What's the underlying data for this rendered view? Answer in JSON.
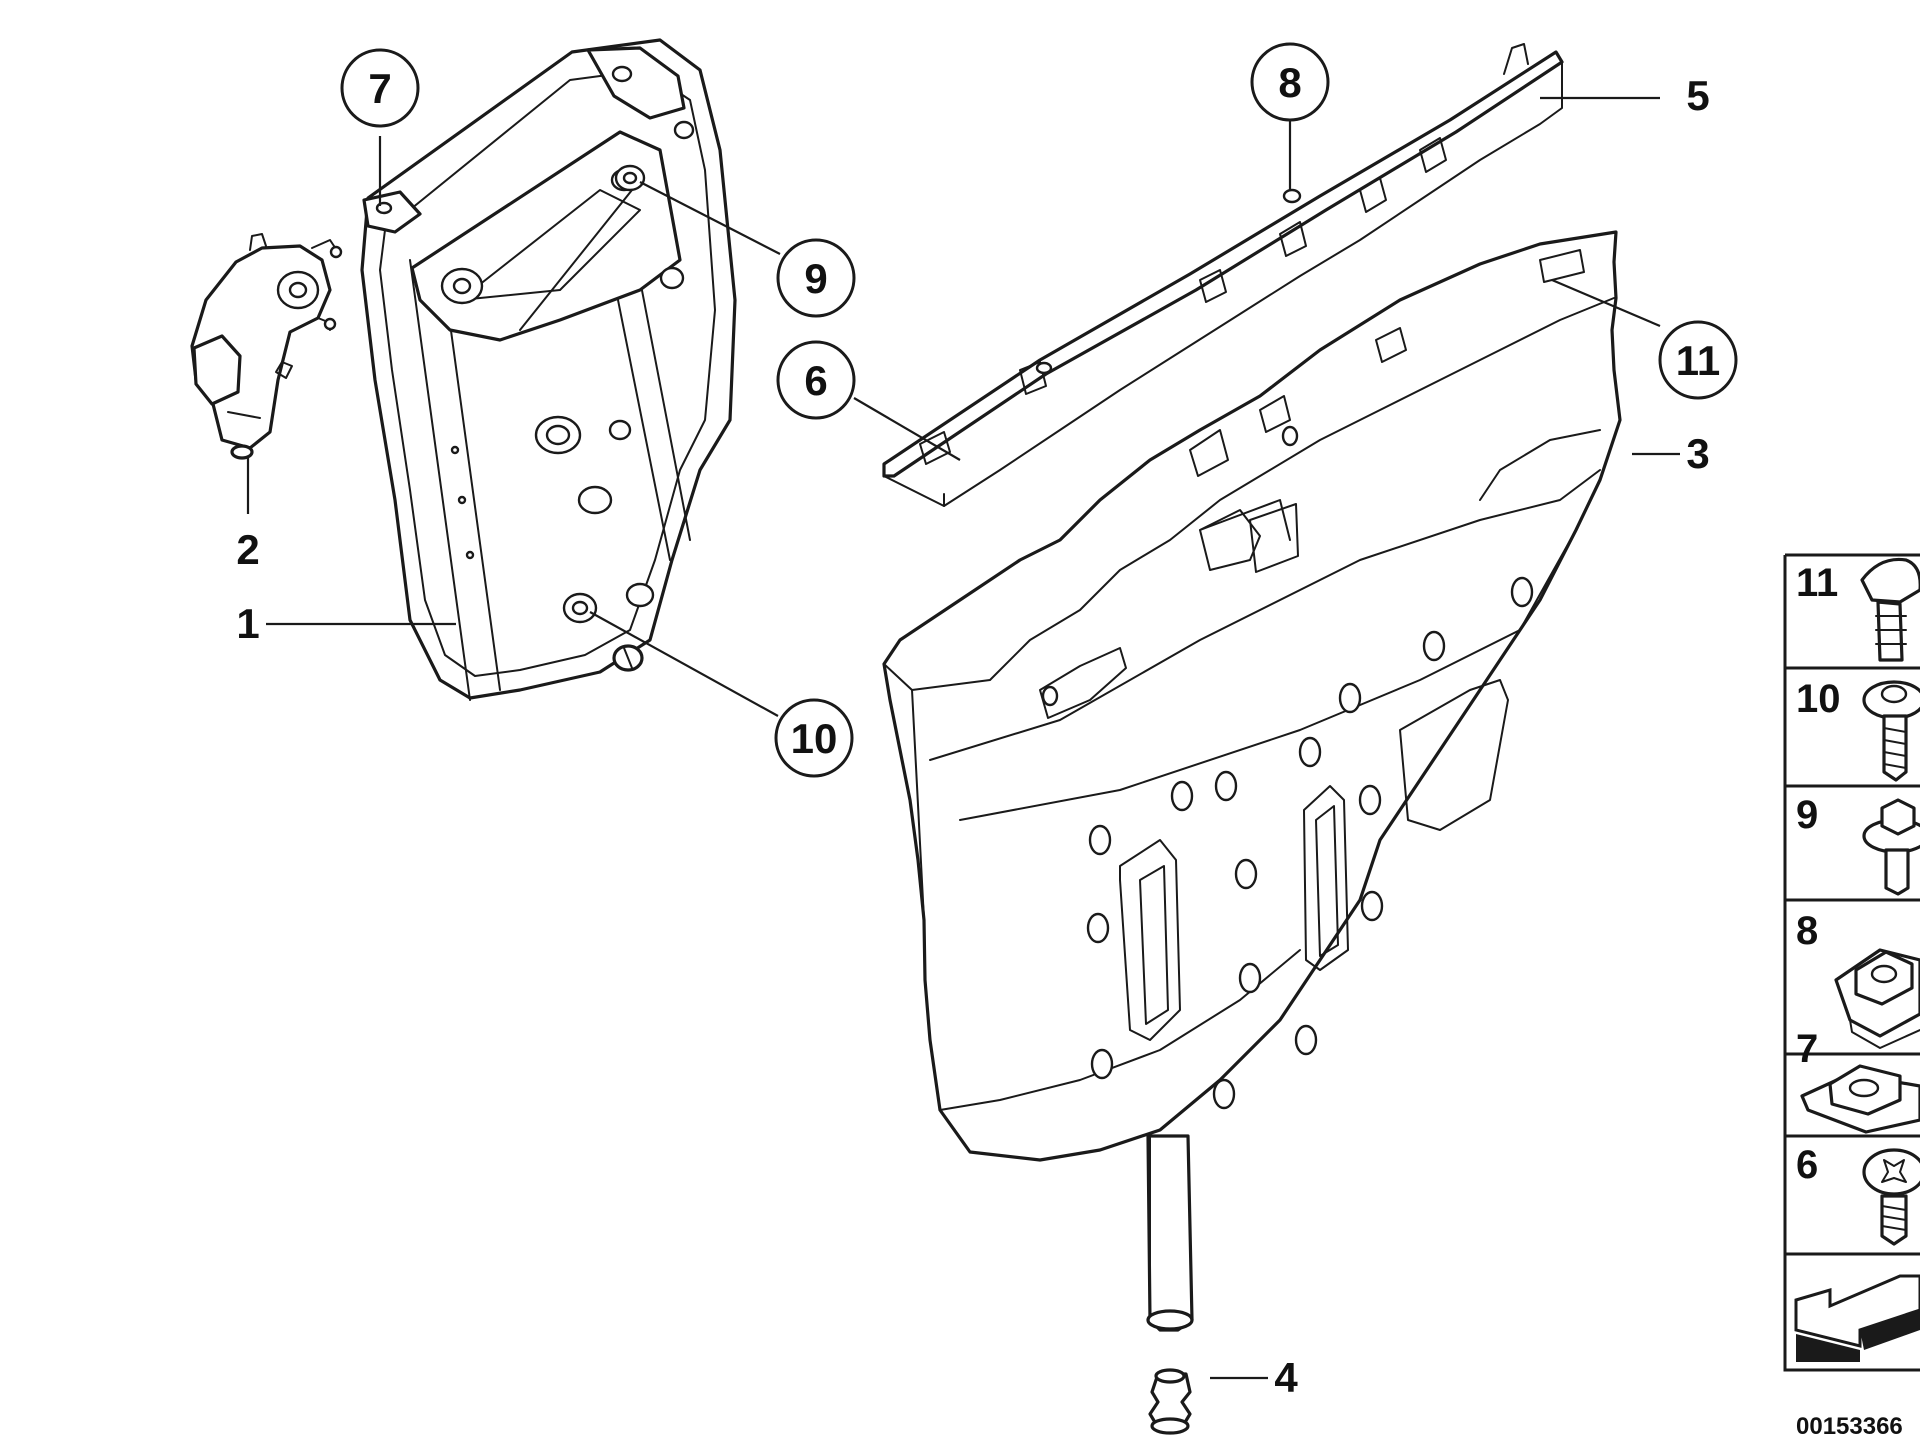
{
  "callouts": {
    "c1": "1",
    "c2": "2",
    "c3": "3",
    "c4": "4",
    "c5": "5",
    "c6": "6",
    "c7": "7",
    "c8": "8",
    "c9": "9",
    "c10": "10",
    "c11": "11"
  },
  "parts_table": {
    "rows": [
      "11",
      "10",
      "9",
      "8",
      "7",
      "6"
    ]
  },
  "document_id": "00153366"
}
